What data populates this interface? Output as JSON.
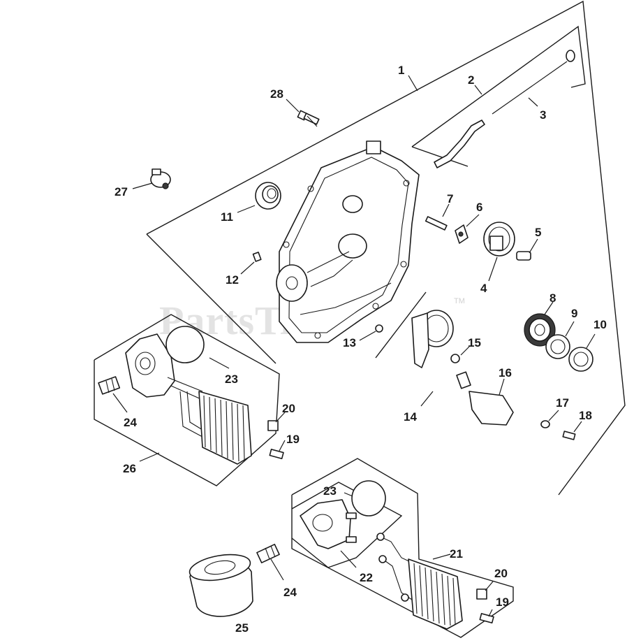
{
  "watermark": {
    "text": "PartsTree",
    "trademark": "TM"
  },
  "callouts": {
    "c1": "1",
    "c2": "2",
    "c3": "3",
    "c4": "4",
    "c5": "5",
    "c6": "6",
    "c7": "7",
    "c8": "8",
    "c9": "9",
    "c10": "10",
    "c11": "11",
    "c12": "12",
    "c13": "13",
    "c14": "14",
    "c15": "15",
    "c16": "16",
    "c17": "17",
    "c18": "18",
    "c19a": "19",
    "c19b": "19",
    "c20a": "20",
    "c20b": "20",
    "c21": "21",
    "c22": "22",
    "c23a": "23",
    "c23b": "23",
    "c24a": "24",
    "c24b": "24",
    "c25": "25",
    "c26": "26",
    "c27": "27",
    "c28": "28"
  },
  "colors": {
    "line": "#1a1a1a",
    "watermark": "#e3e3e3",
    "background": "#ffffff"
  }
}
